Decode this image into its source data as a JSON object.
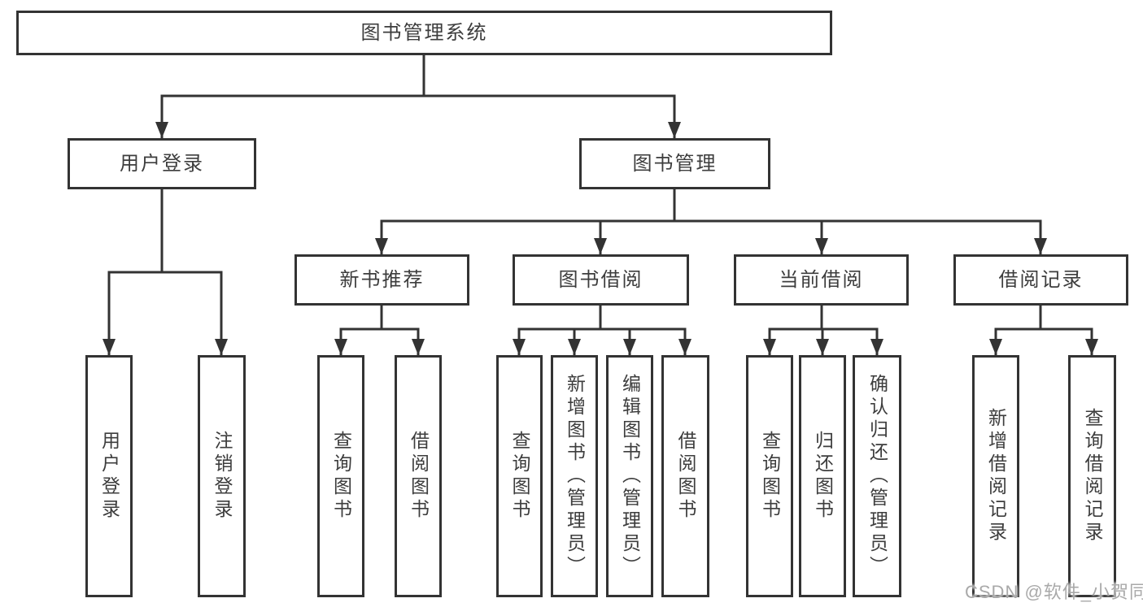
{
  "diagram": {
    "root": {
      "label": "图书管理系统"
    },
    "level2": [
      {
        "label": "用户登录"
      },
      {
        "label": "图书管理"
      }
    ],
    "level3": [
      {
        "label": "新书推荐"
      },
      {
        "label": "图书借阅"
      },
      {
        "label": "当前借阅"
      },
      {
        "label": "借阅记录"
      }
    ],
    "level4": [
      {
        "label": "用户登录"
      },
      {
        "label": "注销登录"
      },
      {
        "label": "查询图书"
      },
      {
        "label": "借阅图书"
      },
      {
        "label": "查询图书"
      },
      {
        "label": "新增图书（管理员）"
      },
      {
        "label": "编辑图书（管理员）"
      },
      {
        "label": "借阅图书"
      },
      {
        "label": "查询图书"
      },
      {
        "label": "归还图书"
      },
      {
        "label": "确认归还（管理员）"
      },
      {
        "label": "新增借阅记录"
      },
      {
        "label": "查询借阅记录"
      }
    ]
  },
  "watermark": {
    "text": "CSDN @软件_小贺同学"
  },
  "colors": {
    "line": "#333333",
    "text": "#3d3d3d",
    "box_background": "#ffffff",
    "watermark": "#a9a9a9"
  }
}
